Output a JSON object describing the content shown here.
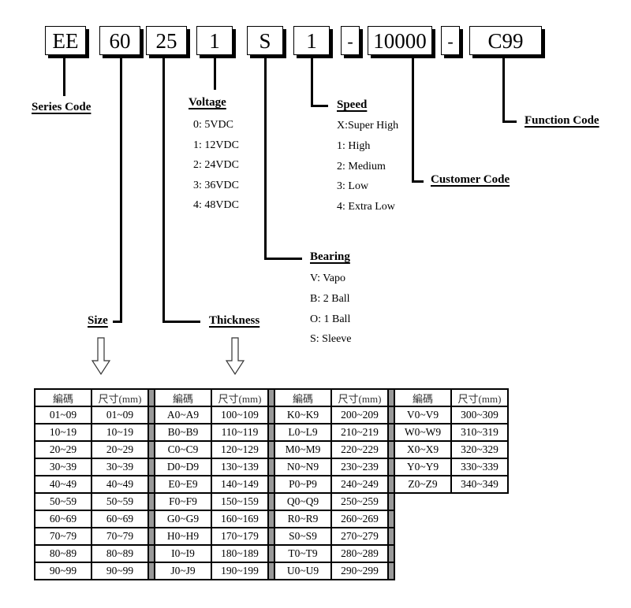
{
  "code_boxes": [
    {
      "id": "series",
      "text": "EE"
    },
    {
      "id": "size",
      "text": "60"
    },
    {
      "id": "thickness",
      "text": "25"
    },
    {
      "id": "voltage",
      "text": "1"
    },
    {
      "id": "bearing",
      "text": "S"
    },
    {
      "id": "speed",
      "text": "1"
    },
    {
      "id": "dash1",
      "text": "-"
    },
    {
      "id": "customer",
      "text": "10000"
    },
    {
      "id": "dash2",
      "text": "-"
    },
    {
      "id": "function",
      "text": "C99"
    }
  ],
  "labels": {
    "series": "Series Code",
    "voltage": "Voltage",
    "speed": "Speed",
    "function": "Function Code",
    "customer": "Customer Code",
    "bearing": "Bearing",
    "size": "Size",
    "thickness": "Thickness"
  },
  "voltage_options": [
    "0: 5VDC",
    "1: 12VDC",
    "2: 24VDC",
    "3: 36VDC",
    "4: 48VDC"
  ],
  "speed_options": [
    "X:Super High",
    "1: High",
    "2: Medium",
    "3: Low",
    "4: Extra Low"
  ],
  "bearing_options": [
    "V: Vapo",
    "B: 2 Ball",
    "O: 1 Ball",
    "S: Sleeve"
  ],
  "table": {
    "header_code": "編碼",
    "header_size": "尺寸(mm)",
    "groups": [
      [
        [
          "01~09",
          "01~09"
        ],
        [
          "10~19",
          "10~19"
        ],
        [
          "20~29",
          "20~29"
        ],
        [
          "30~39",
          "30~39"
        ],
        [
          "40~49",
          "40~49"
        ],
        [
          "50~59",
          "50~59"
        ],
        [
          "60~69",
          "60~69"
        ],
        [
          "70~79",
          "70~79"
        ],
        [
          "80~89",
          "80~89"
        ],
        [
          "90~99",
          "90~99"
        ]
      ],
      [
        [
          "A0~A9",
          "100~109"
        ],
        [
          "B0~B9",
          "110~119"
        ],
        [
          "C0~C9",
          "120~129"
        ],
        [
          "D0~D9",
          "130~139"
        ],
        [
          "E0~E9",
          "140~149"
        ],
        [
          "F0~F9",
          "150~159"
        ],
        [
          "G0~G9",
          "160~169"
        ],
        [
          "H0~H9",
          "170~179"
        ],
        [
          "I0~I9",
          "180~189"
        ],
        [
          "J0~J9",
          "190~199"
        ]
      ],
      [
        [
          "K0~K9",
          "200~209"
        ],
        [
          "L0~L9",
          "210~219"
        ],
        [
          "M0~M9",
          "220~229"
        ],
        [
          "N0~N9",
          "230~239"
        ],
        [
          "P0~P9",
          "240~249"
        ],
        [
          "Q0~Q9",
          "250~259"
        ],
        [
          "R0~R9",
          "260~269"
        ],
        [
          "S0~S9",
          "270~279"
        ],
        [
          "T0~T9",
          "280~289"
        ],
        [
          "U0~U9",
          "290~299"
        ]
      ],
      [
        [
          "V0~V9",
          "300~309"
        ],
        [
          "W0~W9",
          "310~319"
        ],
        [
          "X0~X9",
          "320~329"
        ],
        [
          "Y0~Y9",
          "330~339"
        ],
        [
          "Z0~Z9",
          "340~349"
        ]
      ]
    ]
  }
}
